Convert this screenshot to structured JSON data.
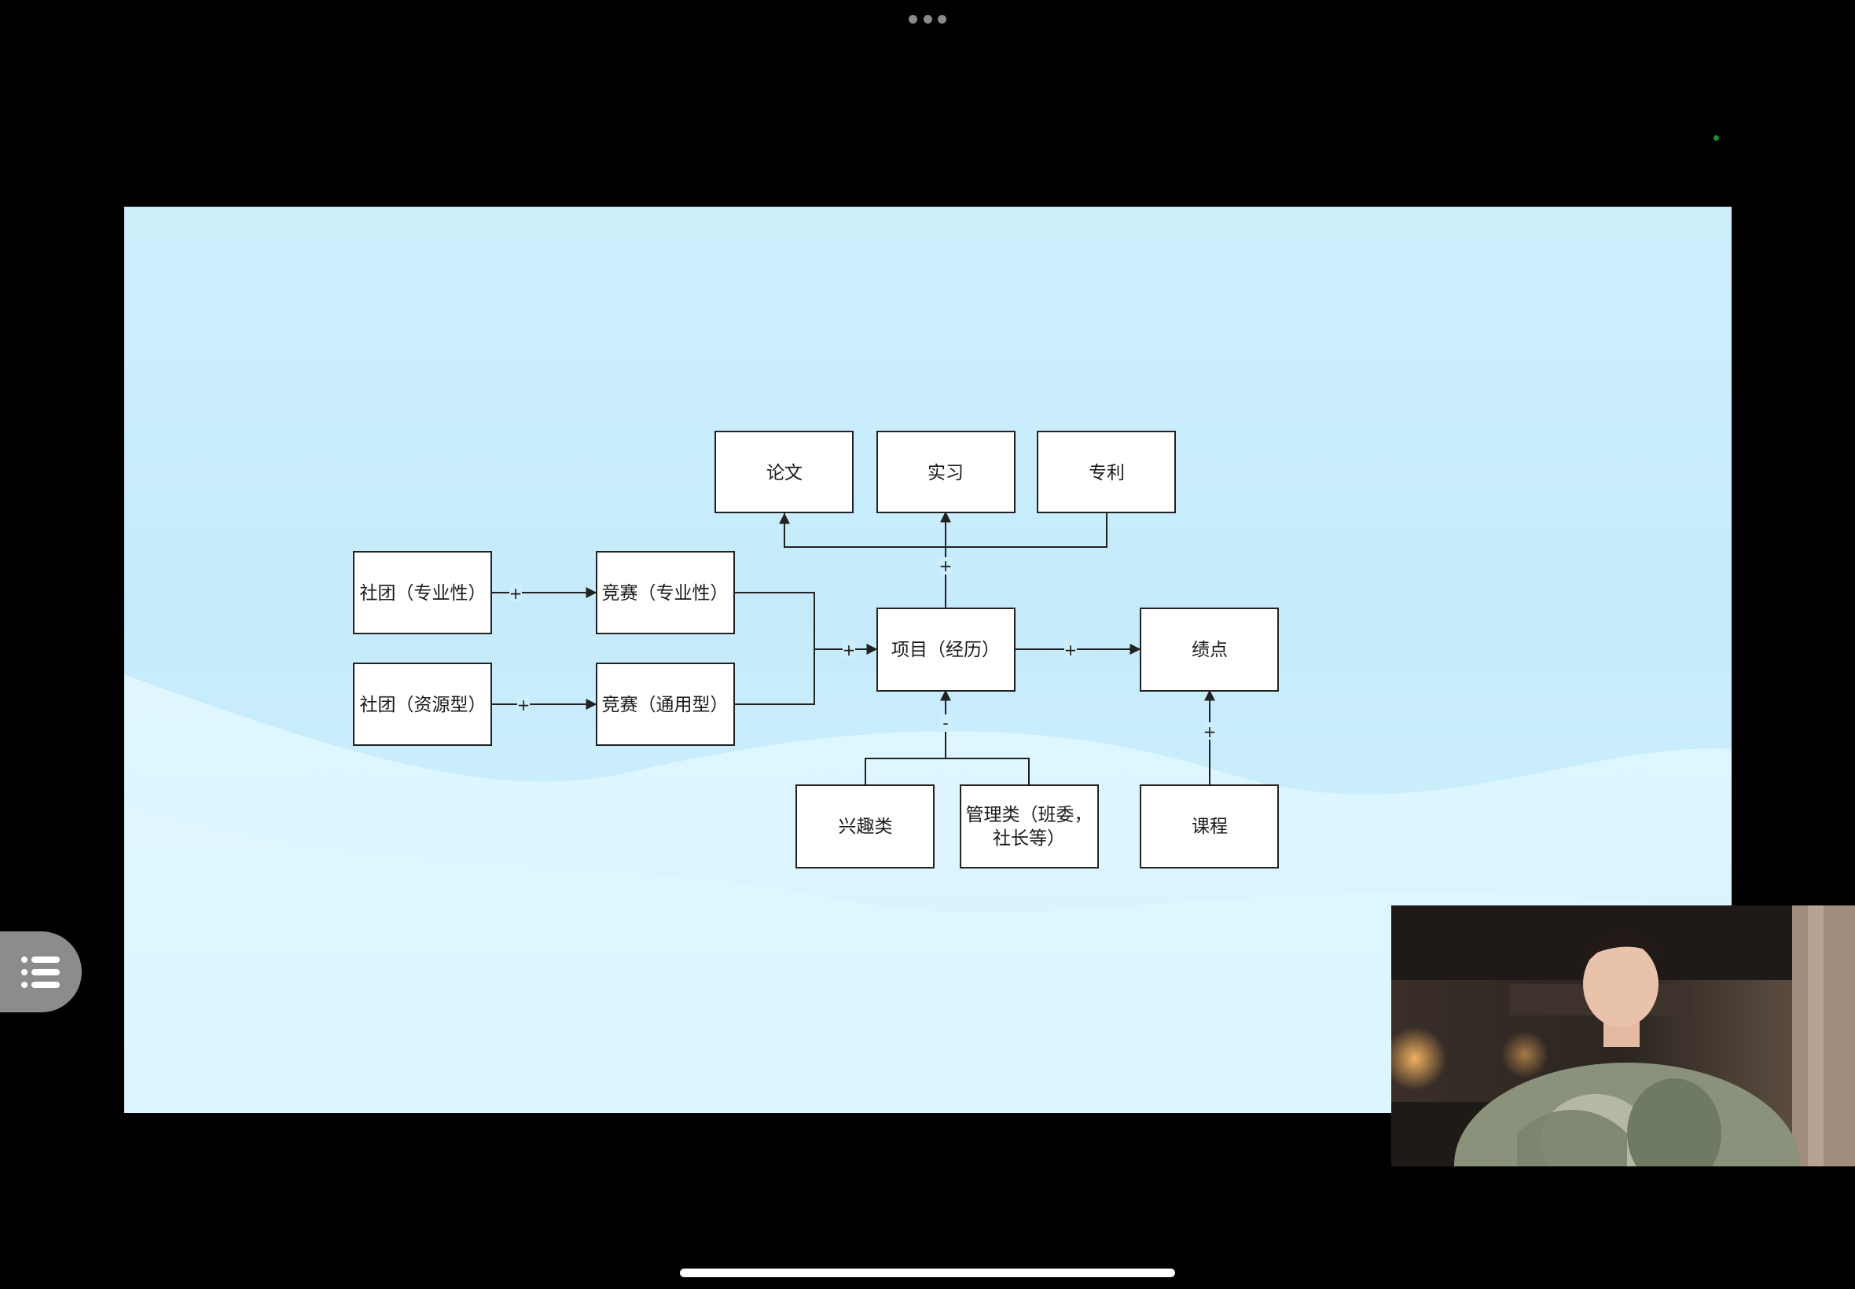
{
  "window": {
    "more_icon": "ellipsis-icon",
    "status_indicator_color": "#1f8a3a"
  },
  "slide": {
    "background_color": "#cdeffc",
    "nodes": {
      "paper": "论文",
      "internship": "实习",
      "patent": "专利",
      "club_professional": "社团（专业性）",
      "competition_professional": "竞赛（专业性）",
      "club_resource": "社团（资源型）",
      "competition_general": "竞赛（通用型）",
      "project_experience": "项目（经历）",
      "gpa": "绩点",
      "interest": "兴趣类",
      "management_line1": "管理类（班委，",
      "management_line2": "社长等）",
      "courses": "课程"
    },
    "connection_labels": {
      "club_pro_to_comp_pro": "+",
      "club_res_to_comp_gen": "+",
      "competitions_to_project": "+",
      "project_to_top": "+",
      "project_to_gpa": "+",
      "bottom_to_project": "-",
      "courses_to_gpa": "+"
    }
  },
  "menu_button": {
    "icon": "list-icon"
  },
  "video_tile": {
    "description_icon": "participant-video"
  }
}
